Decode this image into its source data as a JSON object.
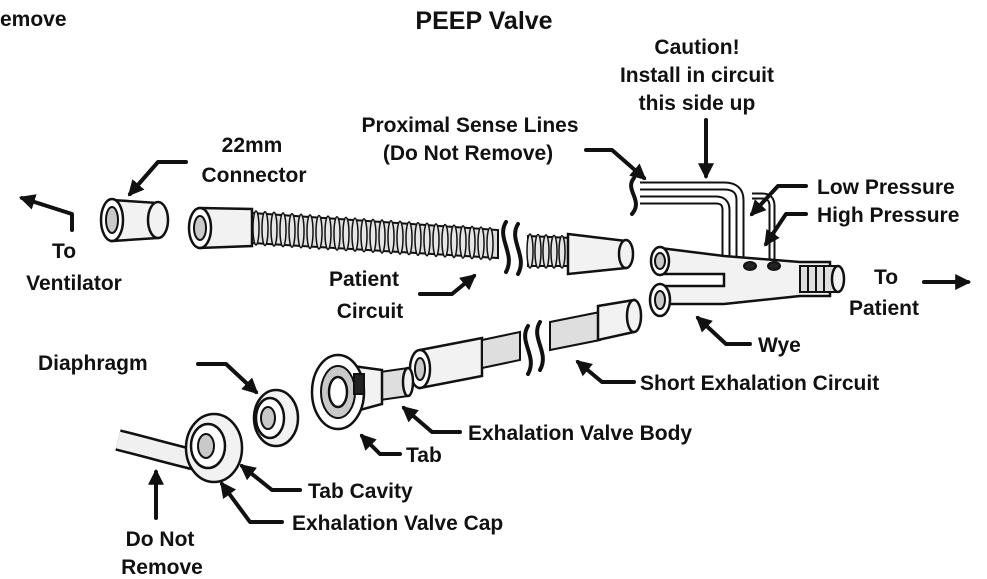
{
  "diagram": {
    "title": "PEEP Valve",
    "corner_fragment": "emove",
    "labels": {
      "caution_1": "Caution!",
      "caution_2": "Install in circuit",
      "caution_3": "this side up",
      "proximal_1": "Proximal Sense Lines",
      "proximal_2": "(Do Not Remove)",
      "connector_1": "22mm",
      "connector_2": "Connector",
      "low_pressure": "Low Pressure",
      "high_pressure": "High Pressure",
      "to_ventilator_1": "To",
      "to_ventilator_2": "Ventilator",
      "patient_circuit_1": "Patient",
      "patient_circuit_2": "Circuit",
      "to_patient_1": "To",
      "to_patient_2": "Patient",
      "wye": "Wye",
      "diaphragm": "Diaphragm",
      "short_exhalation": "Short Exhalation Circuit",
      "exhalation_valve_body": "Exhalation Valve Body",
      "tab": "Tab",
      "tab_cavity": "Tab Cavity",
      "exhalation_valve_cap": "Exhalation Valve Cap",
      "do_not_remove_1": "Do Not",
      "do_not_remove_2": "Remove"
    }
  }
}
